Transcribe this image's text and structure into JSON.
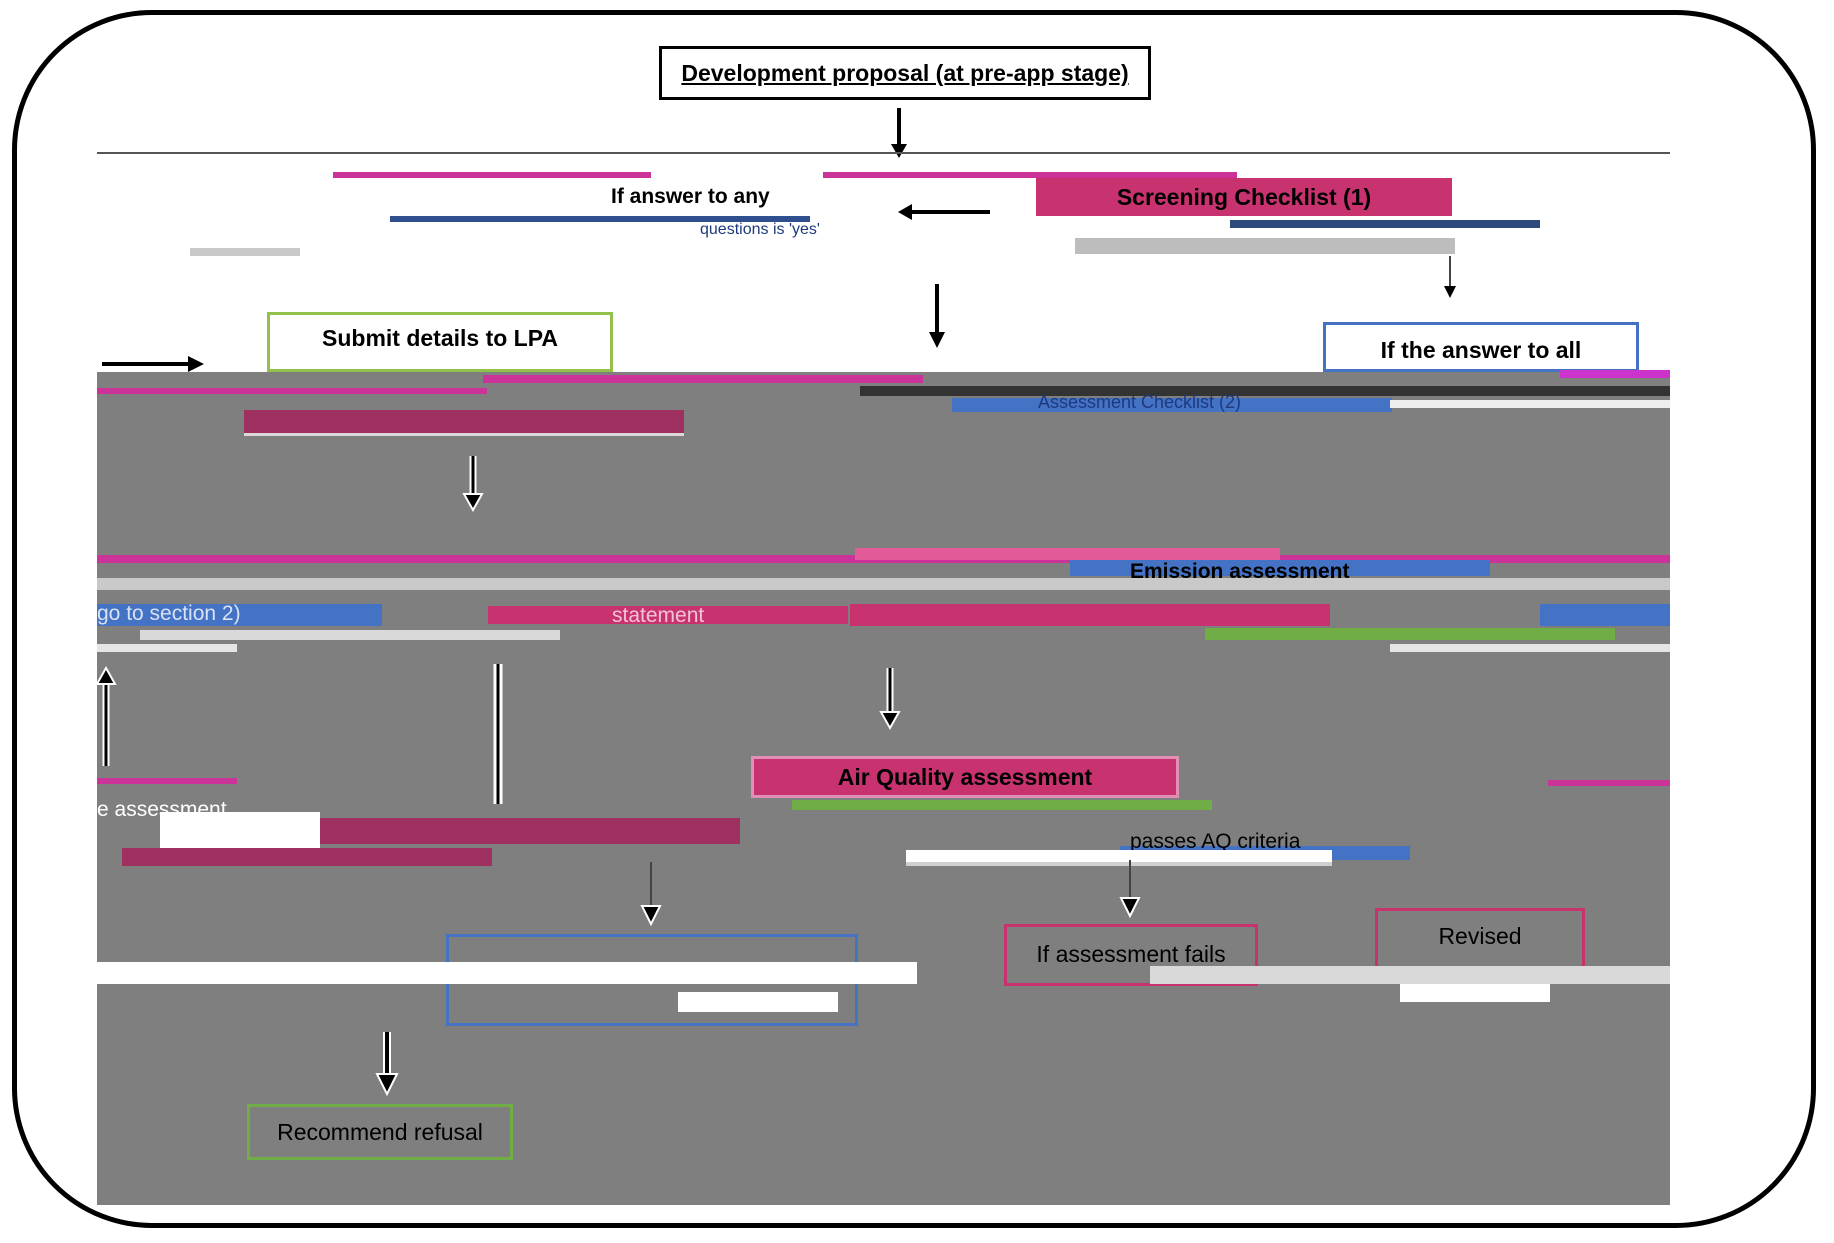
{
  "colors": {
    "grey_area": "#7f7f7f",
    "pink": "#c8336f",
    "green": "#70ad47",
    "blue": "#4472c4",
    "magenta": "#cc3399"
  },
  "flow": {
    "development_proposal": "Development proposal (at pre-app stage)",
    "screening_checklist": "Screening  Checklist (1)",
    "if_answer_any": "If answer to  any",
    "questions_is_yes": "questions is 'yes'",
    "submit_details": "Submit details to LPA",
    "if_answer_all": "If the answer to all",
    "assessment_checklist": "Assessment Checklist (2)",
    "go_to_section": "go to section 2)",
    "statement": "statement",
    "emission_assessment": "Emission assessment",
    "air_quality_assessment": "Air Quality assessment",
    "passes_aq_criteria": "passes AQ criteria",
    "e_assessment": "e assessment",
    "if_assessment_fails": "If assessment fails",
    "revised": "Revised",
    "recommend_refusal": "Recommend refusal"
  }
}
